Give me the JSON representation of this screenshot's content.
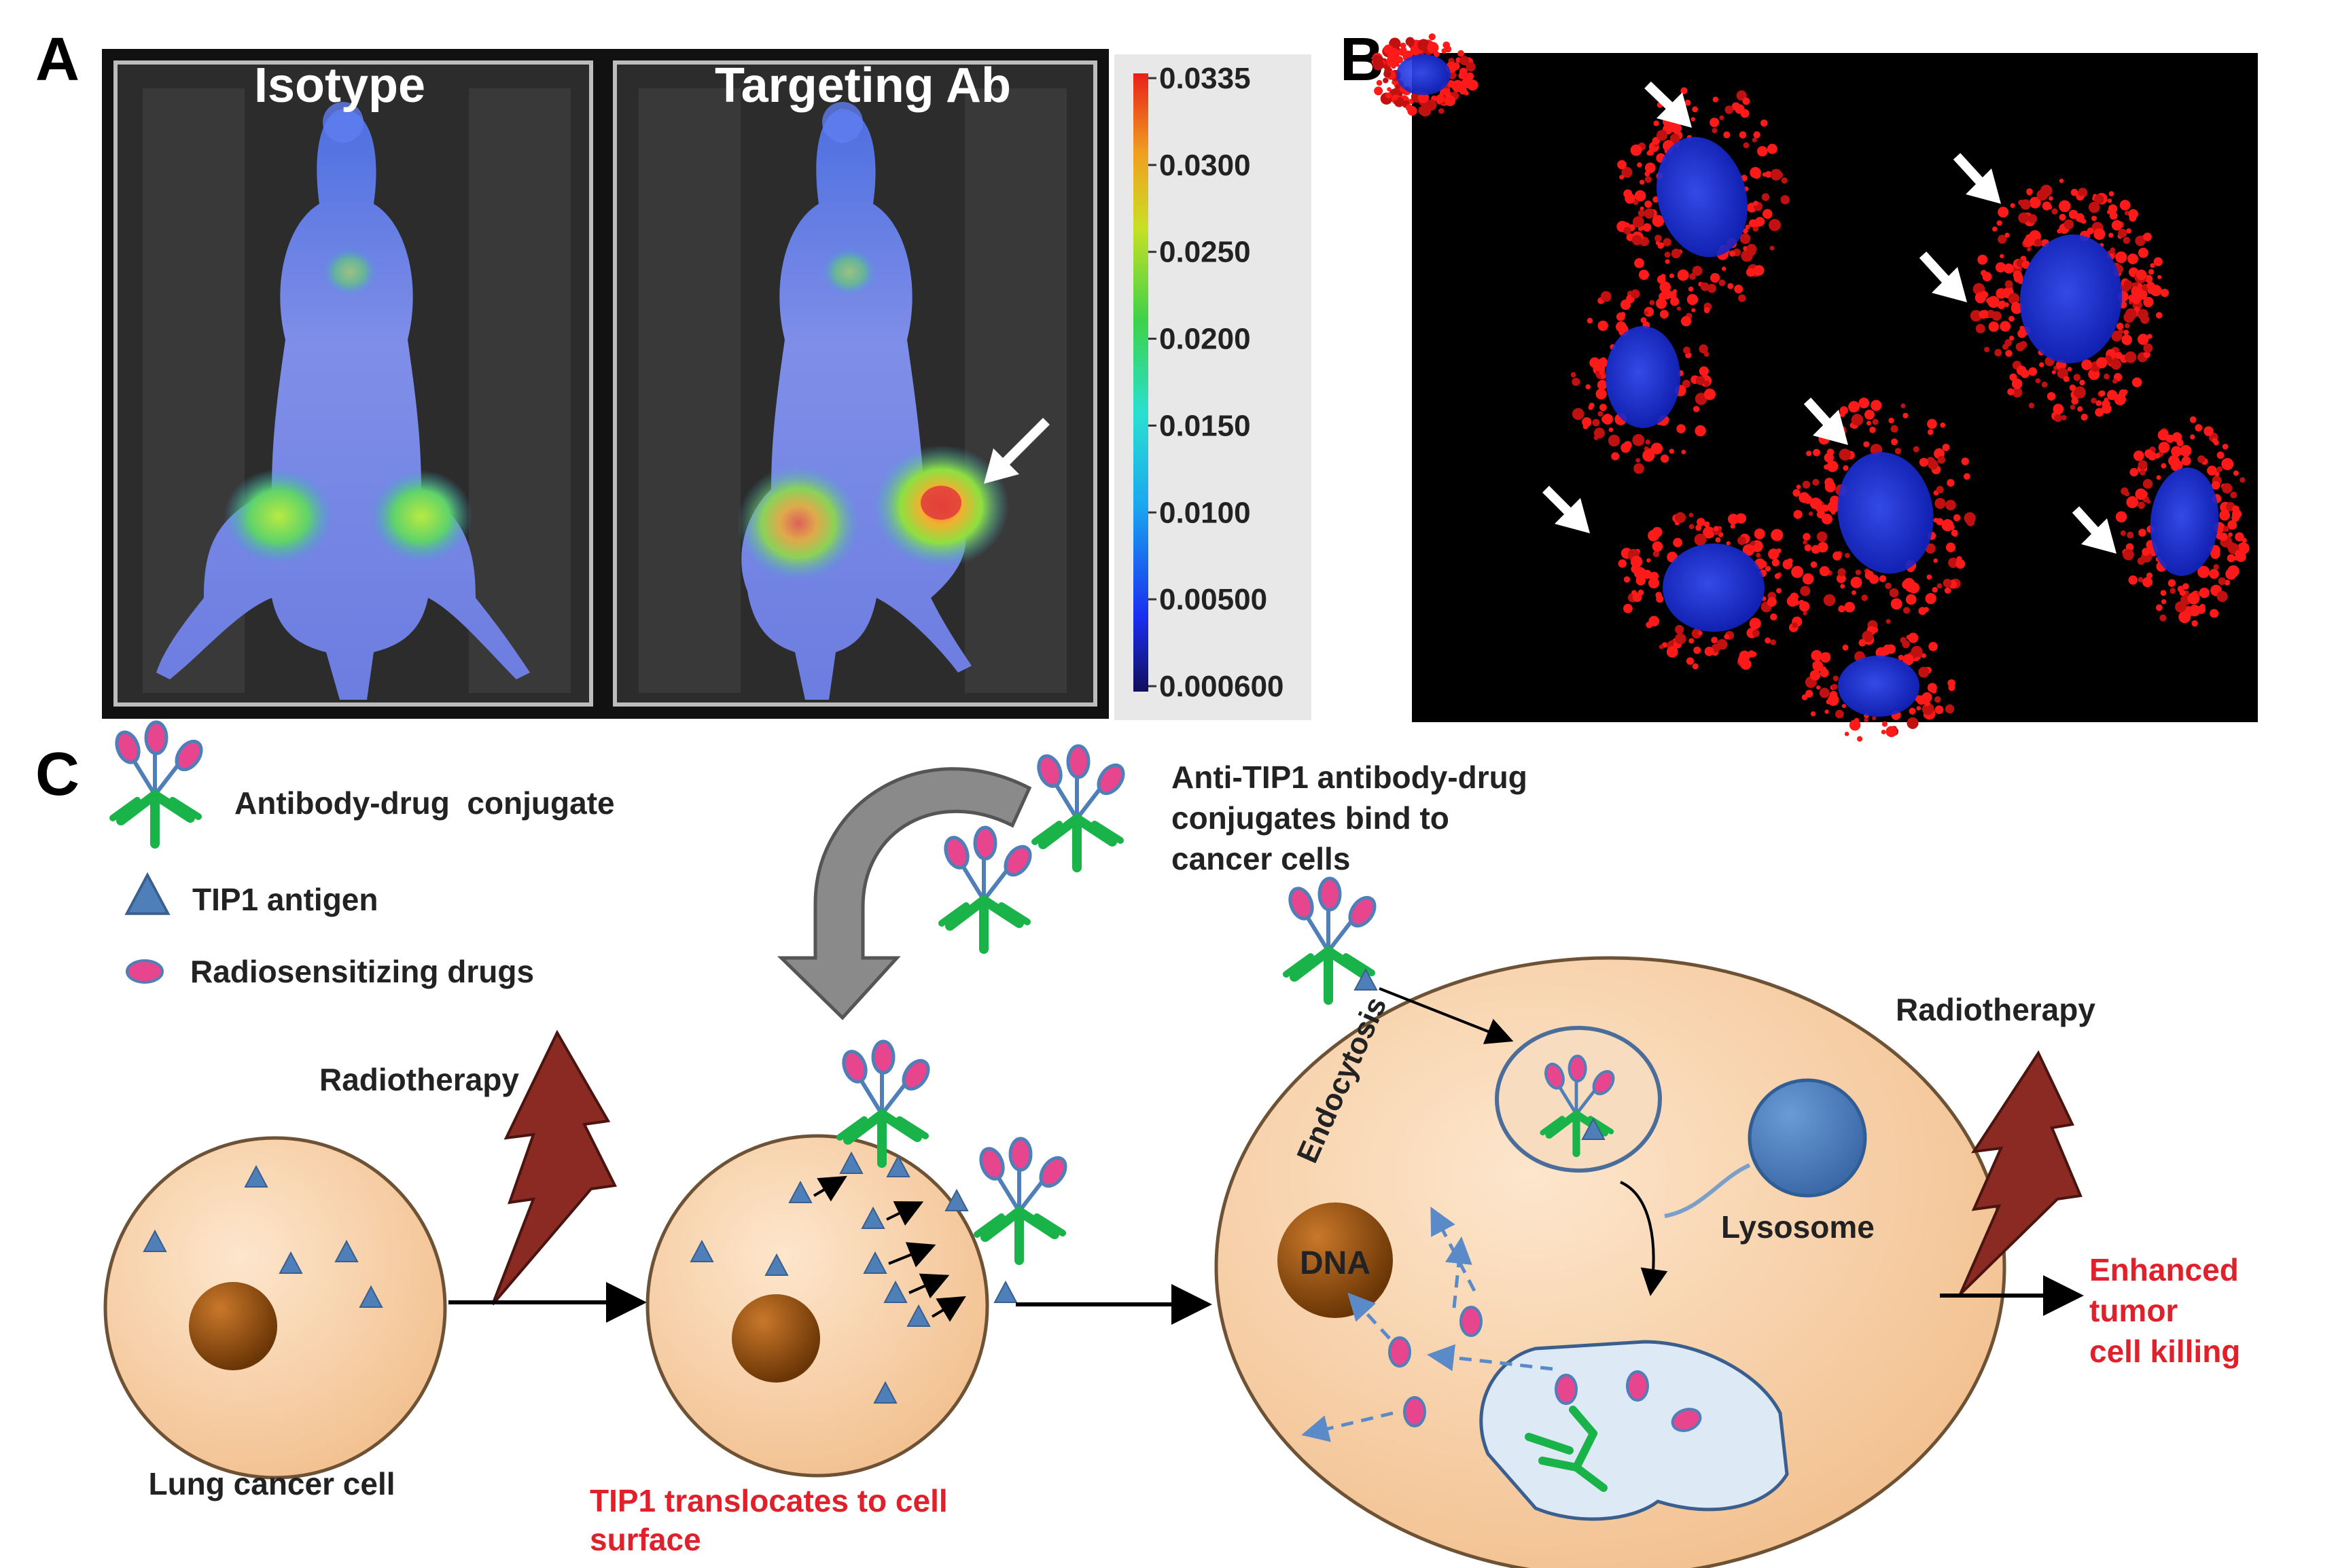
{
  "panels": {
    "a": {
      "letter": "A",
      "left_title": "Isotype",
      "right_title": "Targeting Ab",
      "colorbar_ticks": [
        "0.0335",
        "0.0300",
        "0.0250",
        "0.0200",
        "0.0150",
        "0.0100",
        "0.00500",
        "0.000600"
      ]
    },
    "b": {
      "letter": "B"
    },
    "c": {
      "letter": "C",
      "legend": {
        "adc": "Antibody-drug  conjugate",
        "antigen": "TIP1 antigen",
        "drugs": "Radiosensitizing drugs"
      },
      "radiotherapy_1": "Radiotherapy",
      "radiotherapy_2": "Radiotherapy",
      "lung_cell_label": "Lung cancer cell",
      "tip1_caption_line1": "TIP1 translocates to cell",
      "tip1_caption_line2": "surface",
      "bind_line1": "Anti-TIP1 antibody-drug",
      "bind_line2": "conjugates bind to",
      "bind_line3": "cancer cells",
      "endocytosis": "Endocytosis",
      "dna": "DNA",
      "lysosome": "Lysosome",
      "outcome_line1": "Enhanced",
      "outcome_line2": "tumor",
      "outcome_line3": "cell killing"
    }
  },
  "colors": {
    "cell_fill": "#f6d3ad",
    "cell_stroke": "#7a5a3a",
    "nucleus": "#8a4b0c",
    "antigen": "#4f7fb8",
    "antibody": "#19b34a",
    "drug": "#e8458f",
    "lightning": "#8b2a22",
    "red_text": "#e0202a",
    "lysosome": "#4a7ebd",
    "vesicle": "#dce8f3"
  }
}
